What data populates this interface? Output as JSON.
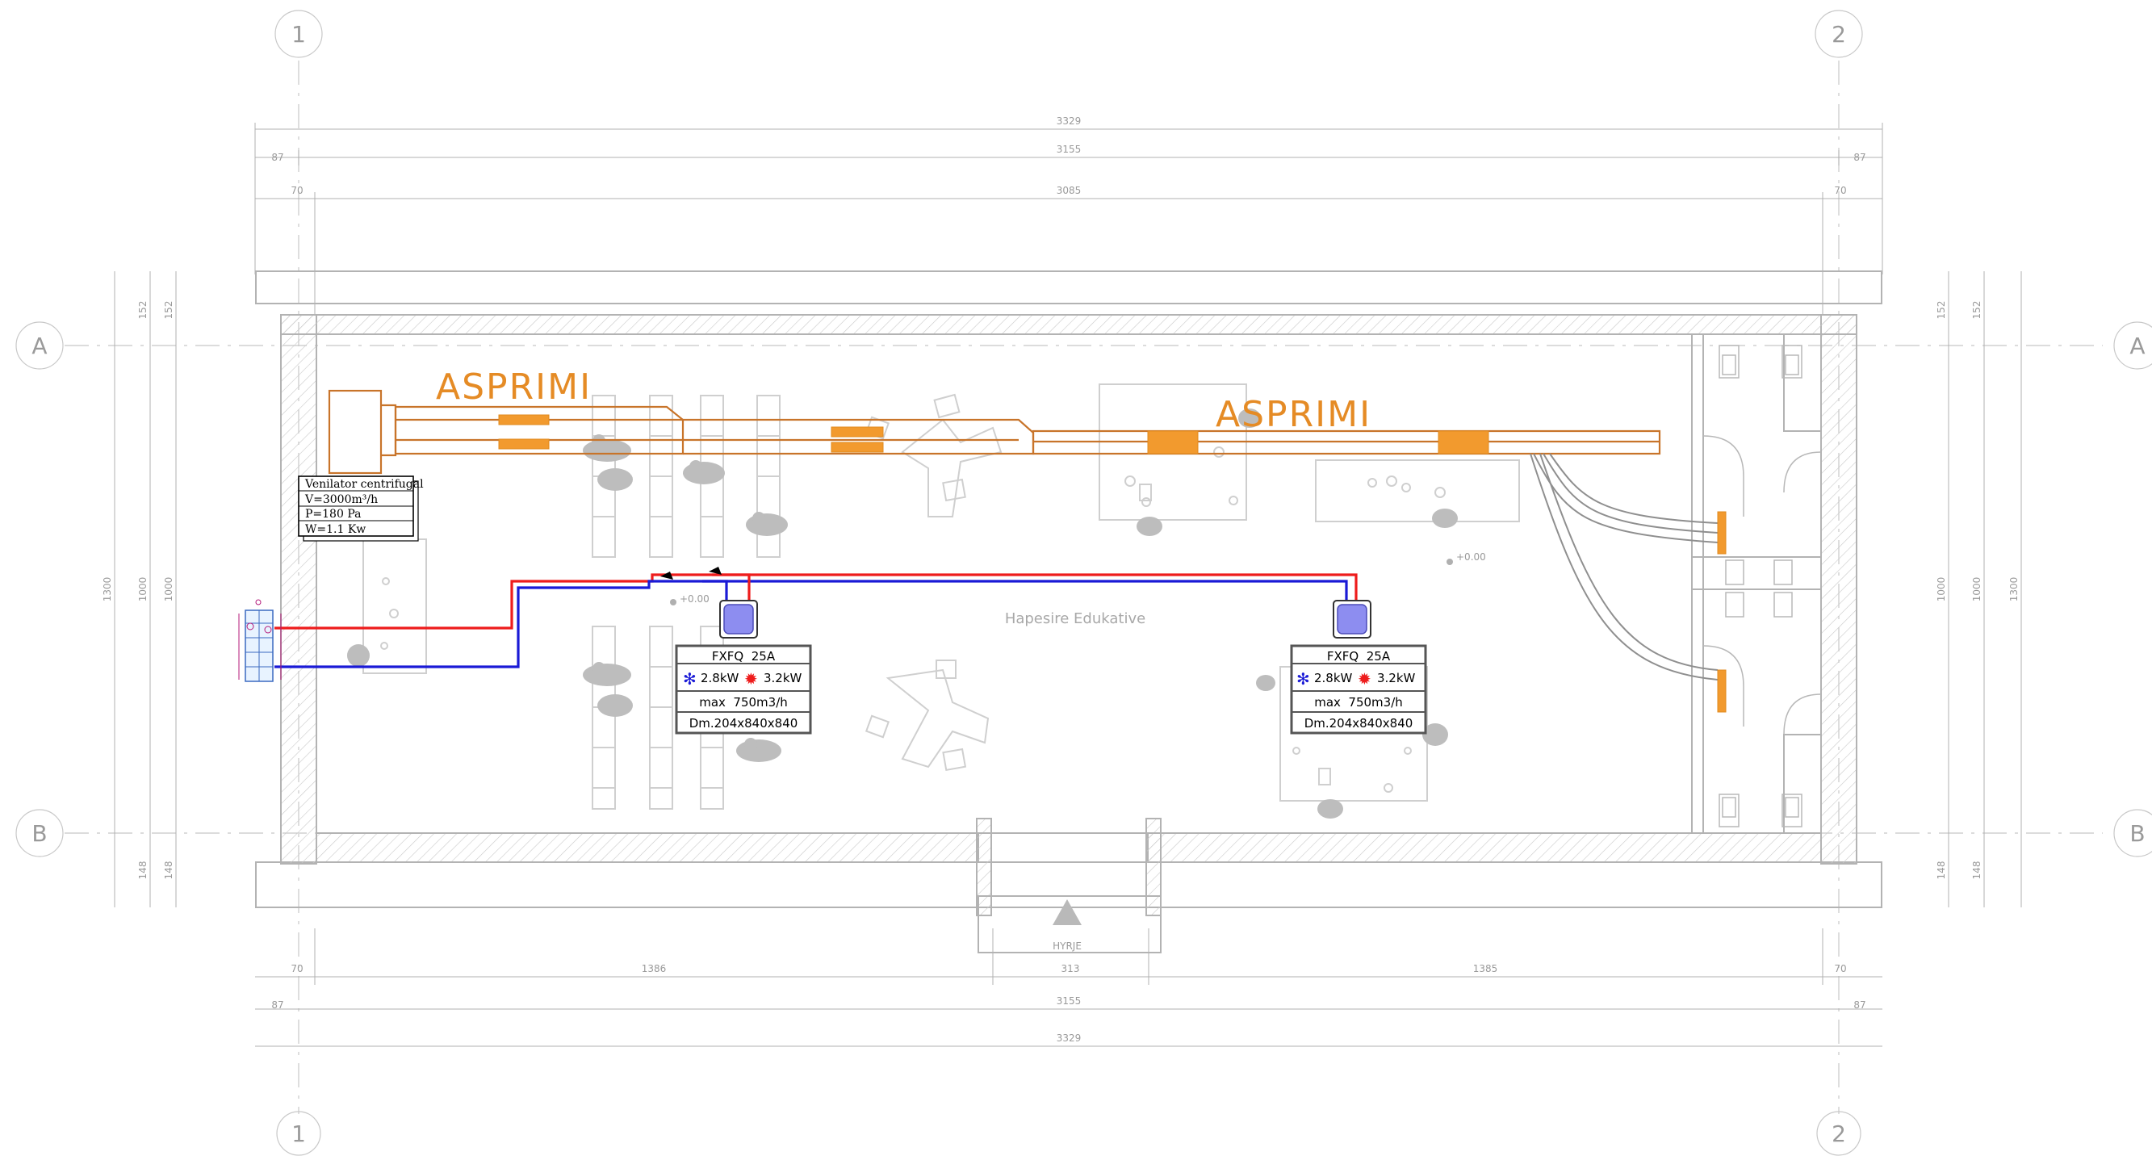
{
  "grid": {
    "columns": [
      "1",
      "2"
    ],
    "rows": [
      "A",
      "B"
    ]
  },
  "dimensions": {
    "top": {
      "overall": "3329",
      "outer": "3155",
      "inner": "3085",
      "left_87": "87",
      "right_87": "87",
      "left_70": "70",
      "right_70": "70"
    },
    "bottom": {
      "left_70": "70",
      "seg1": "1386",
      "seg2": "313",
      "seg3": "1385",
      "right_70": "70",
      "left_87": "87",
      "right_87": "87",
      "outer": "3155",
      "overall": "3329"
    },
    "left": {
      "top_152a": "152",
      "top_152b": "152",
      "total_1300": "1300",
      "mid_1000a": "1000",
      "mid_1000b": "1000",
      "bot_148a": "148",
      "bot_148b": "148"
    },
    "right": {
      "top_152a": "152",
      "top_152b": "152",
      "total_1300": "1300",
      "mid_1000a": "1000",
      "mid_1000b": "1000",
      "bot_148a": "148",
      "bot_148b": "148"
    }
  },
  "labels": {
    "duct_left": "ASPRIMI",
    "duct_right": "ASPRIMI",
    "room_name": "Hapesire Edukative",
    "entrance": "HYRJE",
    "level_mid": "+0.00",
    "level_right": "+0.00"
  },
  "fan": {
    "title": "Venilator centrifugal",
    "flow": "V=3000m³/h",
    "pressure": "P=180 Pa",
    "power": "W=1.1 Kw"
  },
  "units": [
    {
      "model": "FXFQ  25A",
      "cool": "2.8kW",
      "heat": "3.2kW",
      "airflow": "max  750m3/h",
      "dims": "Dm.204x840x840"
    },
    {
      "model": "FXFQ  25A",
      "cool": "2.8kW",
      "heat": "3.2kW",
      "airflow": "max  750m3/h",
      "dims": "Dm.204x840x840"
    }
  ],
  "colors": {
    "duct": "#c8742a",
    "duct_fill": "#f29a2e",
    "refrigerant_liquid": "#ee1c1c",
    "refrigerant_gas": "#1a1ad6",
    "indoor_unit": "#8d8df0"
  }
}
